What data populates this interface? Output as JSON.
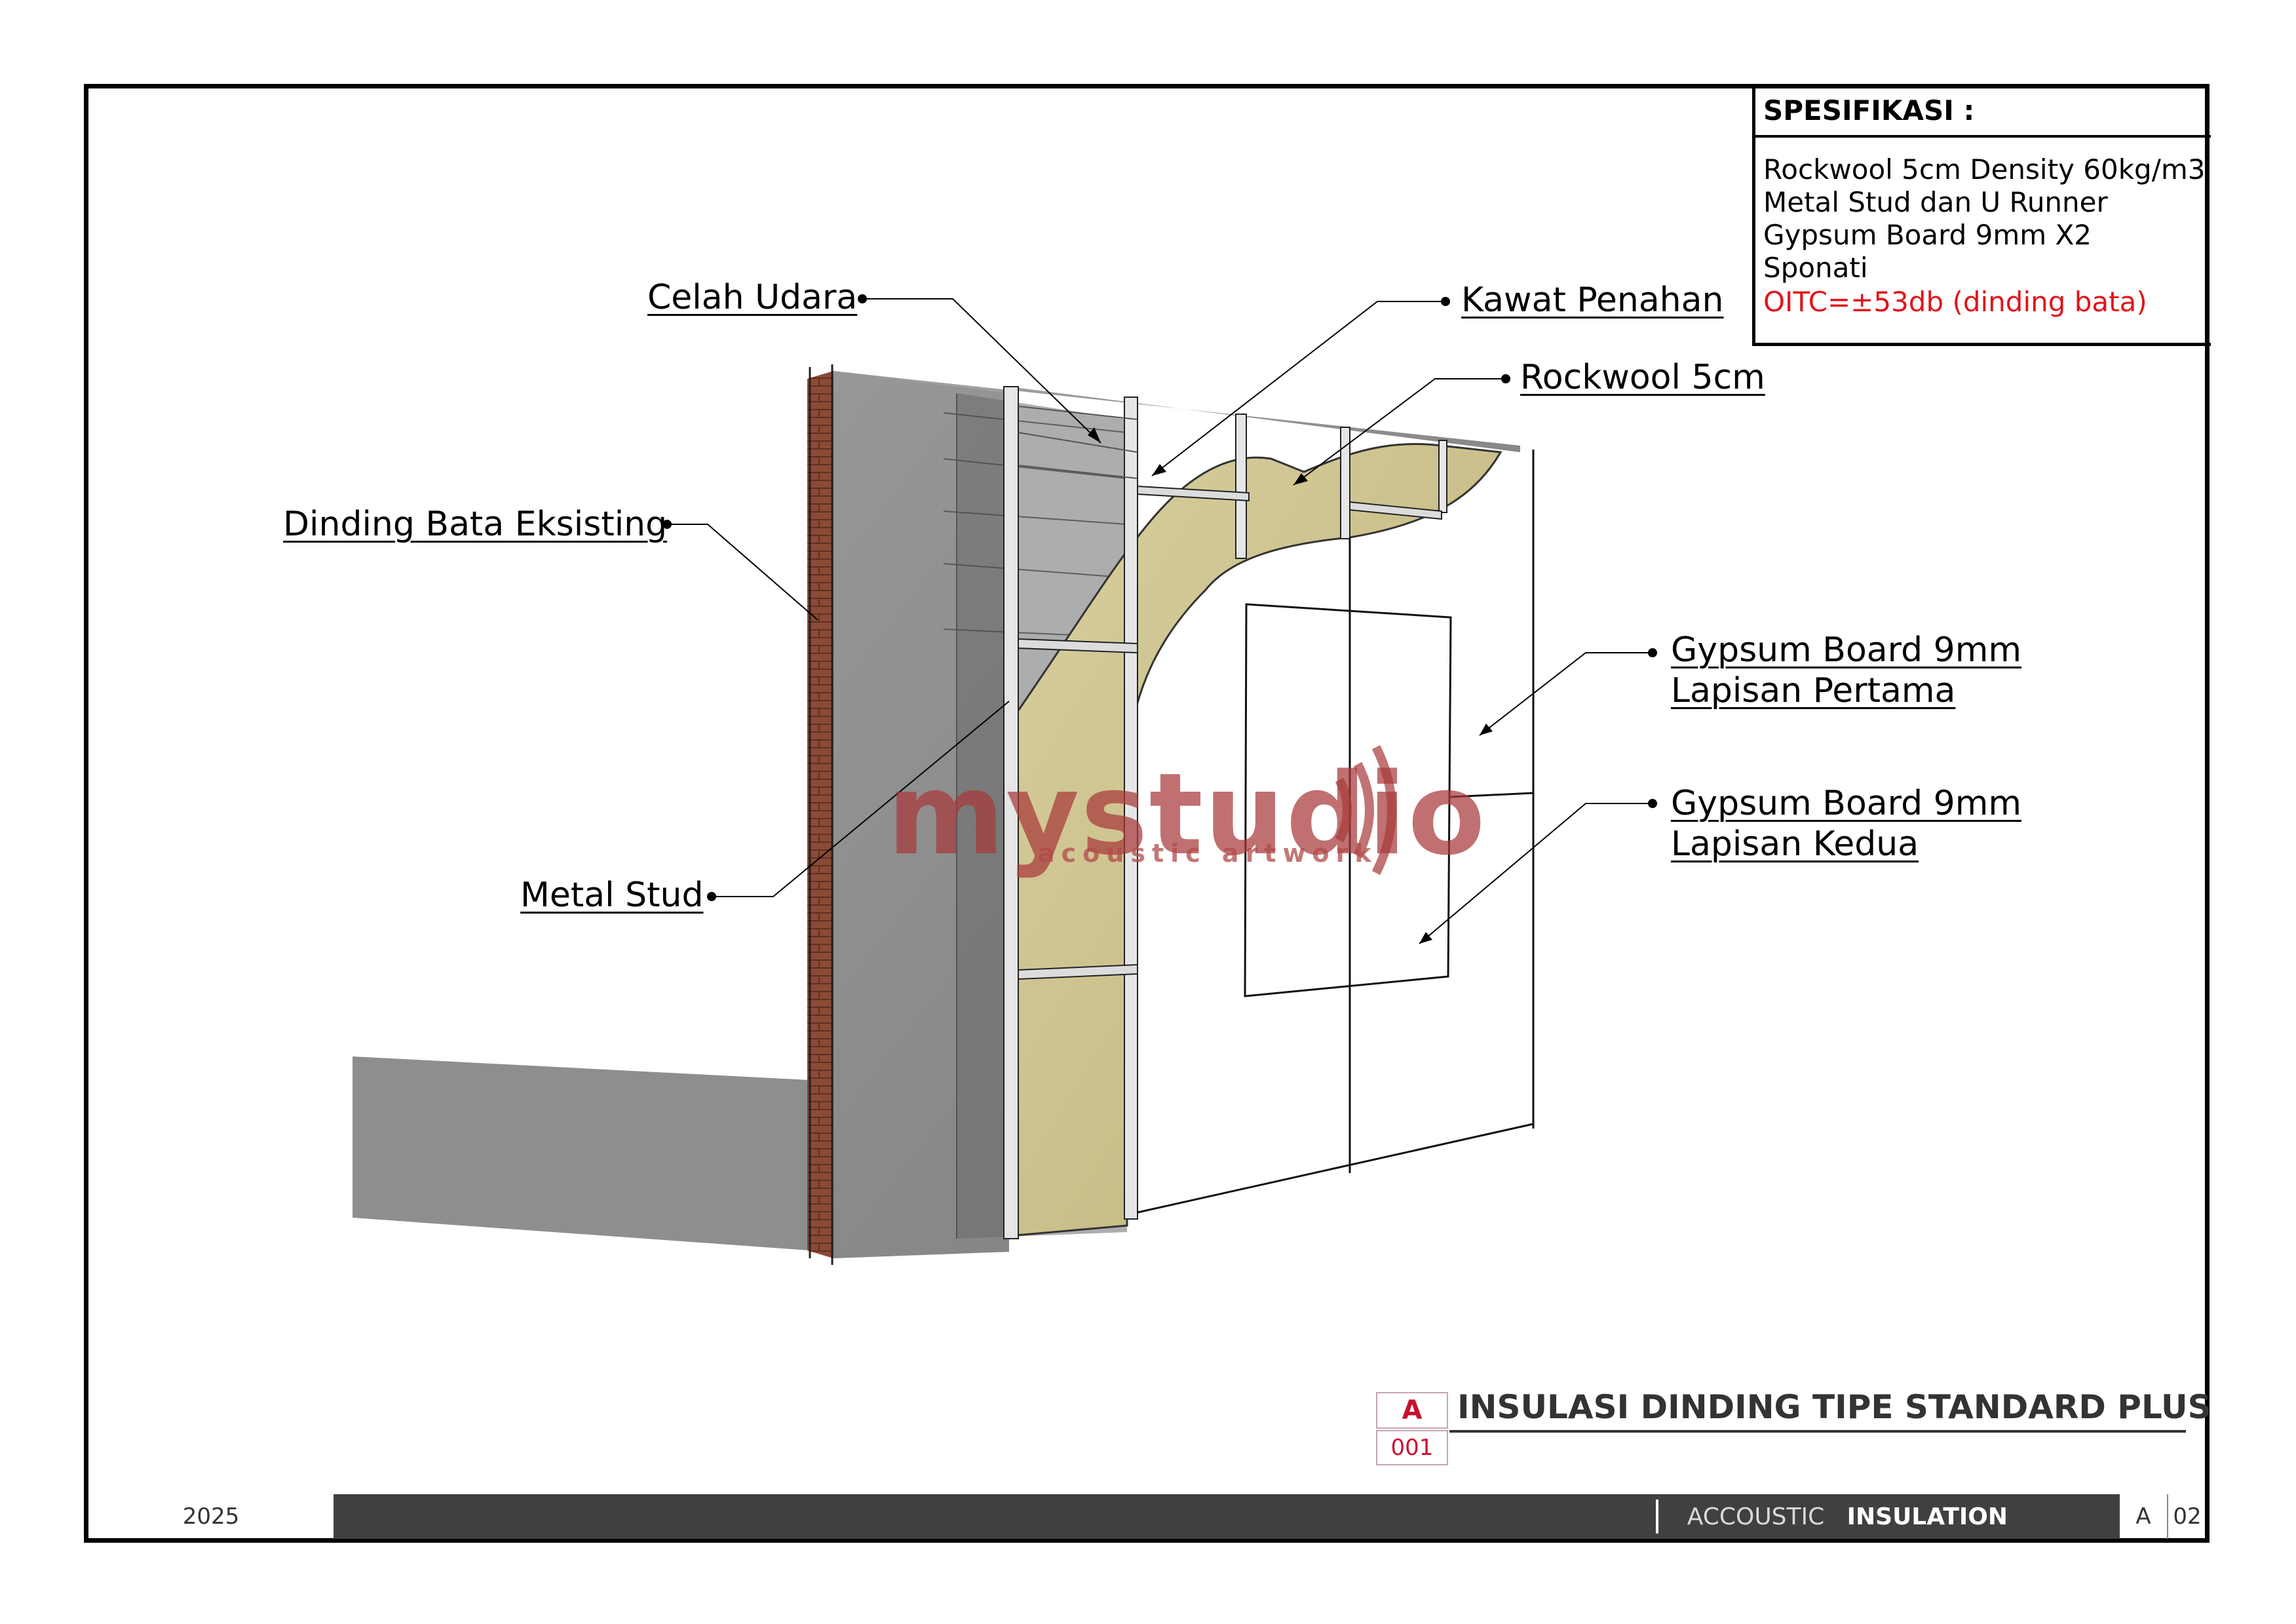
{
  "specification": {
    "title": "SPESIFIKASI :",
    "lines": [
      "Rockwool 5cm Density 60kg/m3",
      "Metal Stud dan U Runner",
      "Gypsum Board 9mm X2",
      "Sponati"
    ],
    "rating": "OITC=±53db (dinding bata)"
  },
  "callouts": {
    "air_gap": "Celah Udara",
    "retaining_wire": "Kawat Penahan",
    "rockwool": "Rockwool 5cm",
    "brick_wall": "Dinding Bata Eksisting",
    "gypsum_first_line1": "Gypsum Board 9mm",
    "gypsum_first_line2": "Lapisan Pertama",
    "gypsum_second_line1": "Gypsum Board 9mm",
    "gypsum_second_line2": "Lapisan Kedua",
    "metal_stud": "Metal Stud"
  },
  "watermark": {
    "brand": "mystudio",
    "tagline": "acoustic artwork"
  },
  "title_block": {
    "section_letter": "A",
    "drawing_number": "001",
    "drawing_title": "INSULASI DINDING TIPE STANDARD PLUS"
  },
  "footer": {
    "year": "2025",
    "category": "ACCOUSTIC",
    "subcategory": "INSULATION",
    "sheet_letter": "A",
    "sheet_number": "02"
  },
  "colors": {
    "rating_red": "#e0151b",
    "title_red": "#c8102e",
    "rockwool": "#cfc38c",
    "brick": "#8b4a36",
    "footer_bar": "#404040"
  }
}
